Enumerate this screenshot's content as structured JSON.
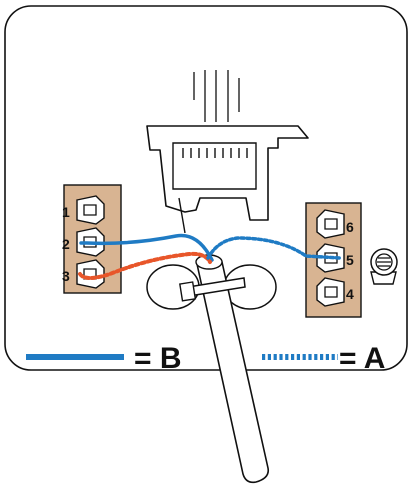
{
  "left_block": {
    "terminals": [
      "1",
      "2",
      "3"
    ]
  },
  "right_block": {
    "terminals": [
      "6",
      "5",
      "4"
    ]
  },
  "legend": {
    "solid_label": "= B",
    "dotted_label": "= A"
  },
  "colors": {
    "wire_b": "#1f7bc4",
    "wire_a": "#1f7bc4",
    "wire_orange": "#e8562a",
    "terminal_block": "#d8b492",
    "outline": "#111111",
    "background": "#ffffff"
  },
  "icons": [
    "connector-clip-icon",
    "screw-icon",
    "cable-icon",
    "cable-tie-icon"
  ]
}
